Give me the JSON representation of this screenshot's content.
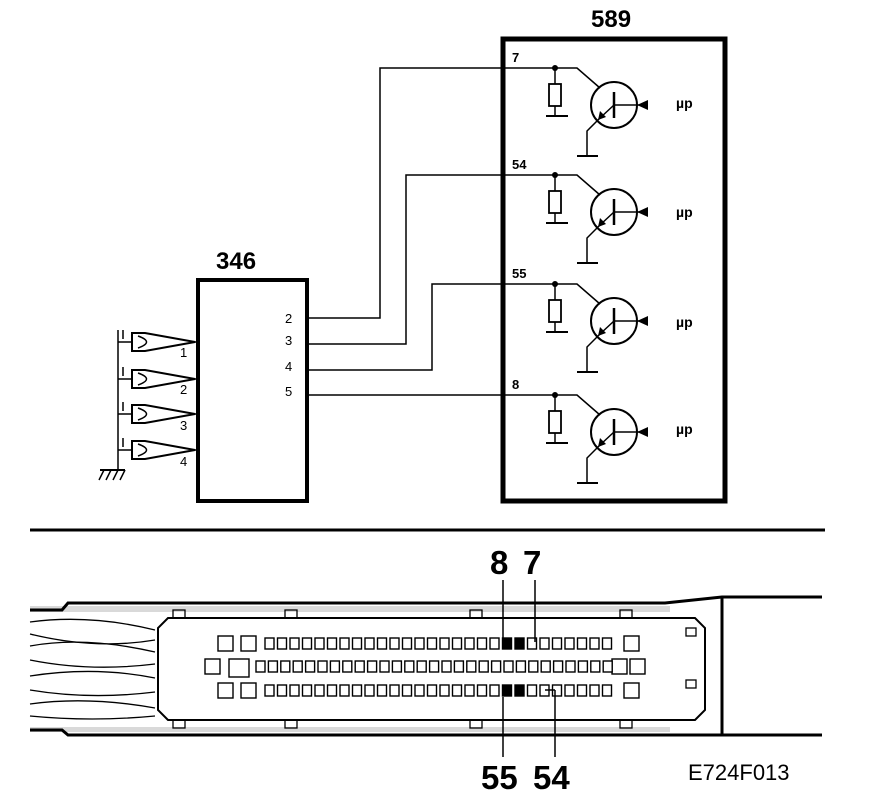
{
  "schematic": {
    "ecu_label": "589",
    "module_label": "346",
    "ecu_pins": [
      "7",
      "54",
      "55",
      "8"
    ],
    "module_out_pins": [
      "2",
      "3",
      "4",
      "5"
    ],
    "coil_numbers": [
      "1",
      "2",
      "3",
      "4"
    ],
    "mu_label": "µp"
  },
  "connector": {
    "top_labels": [
      "8",
      "7"
    ],
    "bottom_labels": [
      "55",
      "54"
    ]
  },
  "figure_code": "E724F013"
}
